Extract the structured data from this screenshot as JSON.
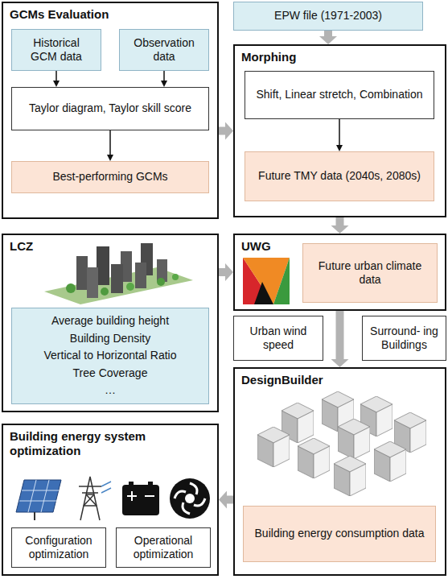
{
  "diagram": {
    "nodes": [
      {
        "text": [
          "GCMs Evaluation"
        ]
      },
      {
        "text": [
          "Historical GCM data"
        ],
        "in": 0
      },
      {
        "text": [
          "Observation data"
        ],
        "in": 0
      },
      {
        "text": [
          "Taylor diagram, Taylor skill score"
        ],
        "in": 0
      },
      {
        "text": [
          "Best-performing GCMs"
        ],
        "in": 0
      },
      {
        "text": [
          "EPW file (1971-2003)"
        ]
      },
      {
        "text": [
          "Morphing"
        ]
      },
      {
        "text": [
          "Shift, Linear stretch, Combination"
        ],
        "in": 6
      },
      {
        "text": [
          "Future TMY data (2040s, 2080s)"
        ],
        "in": 6
      },
      {
        "text": [
          "LCZ"
        ]
      },
      {
        "text": [
          "Average building height",
          "Building Density",
          "Vertical to Horizontal Ratio",
          "Tree Coverage",
          "…"
        ],
        "in": 9
      },
      {
        "text": [
          "UWG"
        ]
      },
      {
        "text": [
          "Future urban climate data"
        ],
        "in": 11
      },
      {
        "text": [
          "Urban wind speed"
        ]
      },
      {
        "text": [
          "Surround- ing Buildings"
        ]
      },
      {
        "text": [
          "DesignBuilder"
        ]
      },
      {
        "text": [
          "Building energy consumption data"
        ],
        "in": 15
      },
      {
        "text": [
          "Building energy system optimization"
        ]
      },
      {
        "text": [
          "Configuration optimization"
        ],
        "in": 17
      },
      {
        "text": [
          "Operational optimization"
        ],
        "in": 17
      }
    ],
    "edges": [
      {
        "from": 1,
        "to": 3,
        "arrow": "to"
      },
      {
        "from": 2,
        "to": 3,
        "arrow": "to"
      },
      {
        "from": 3,
        "to": 4,
        "arrow": "to"
      },
      {
        "from": 0,
        "to": 6,
        "arrow": "to"
      },
      {
        "from": 5,
        "to": 6,
        "arrow": "to"
      },
      {
        "from": 7,
        "to": 8,
        "arrow": "to"
      },
      {
        "from": 6,
        "to": 11,
        "arrow": "to"
      },
      {
        "from": 9,
        "to": 11,
        "arrow": "to"
      },
      {
        "from": 11,
        "to": 15,
        "arrow": "to"
      },
      {
        "from": 15,
        "to": 17,
        "arrow": "to"
      }
    ]
  }
}
